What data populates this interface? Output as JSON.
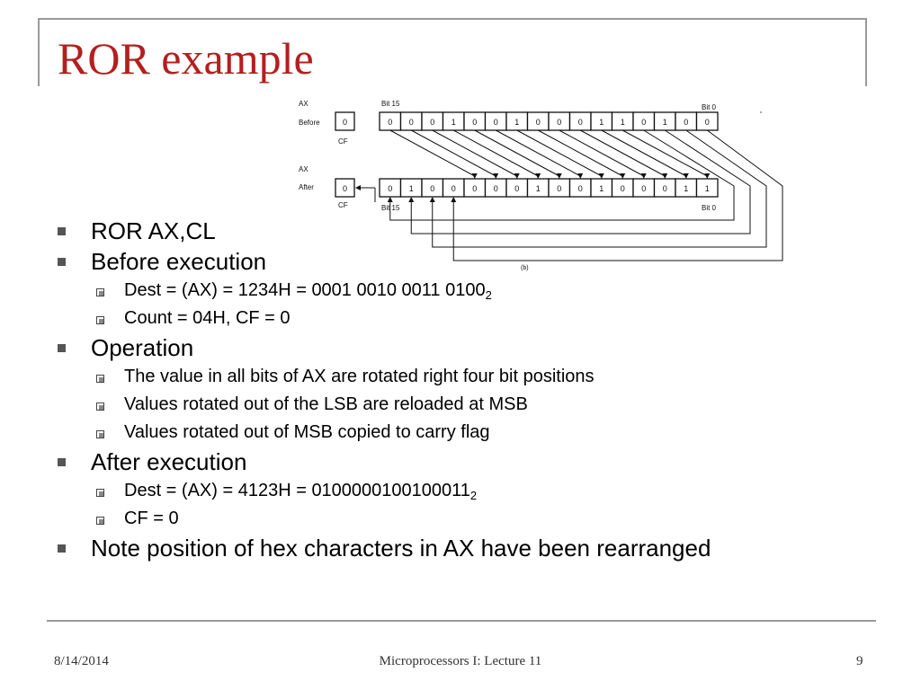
{
  "title": "ROR example",
  "diagram": {
    "ax_label": "AX",
    "before_label": "Before",
    "after_label": "After",
    "cf_label": "CF",
    "bit15_label": "Bit 15",
    "bit0_label": "Bit 0",
    "caption": "(b)",
    "cf_before": "0",
    "cf_after": "0",
    "before_bits": [
      "0",
      "0",
      "0",
      "1",
      "0",
      "0",
      "1",
      "0",
      "0",
      "0",
      "1",
      "1",
      "0",
      "1",
      "0",
      "0"
    ],
    "after_bits": [
      "0",
      "1",
      "0",
      "0",
      "0",
      "0",
      "0",
      "1",
      "0",
      "0",
      "1",
      "0",
      "0",
      "0",
      "1",
      "1"
    ]
  },
  "bullets": [
    {
      "text": "ROR AX,CL"
    },
    {
      "text": "Before execution",
      "children": [
        {
          "text": "Dest  = (AX) = 1234H = 0001 0010 0011 0100",
          "sub": "2"
        },
        {
          "text": "Count = 04H,  CF = 0"
        }
      ]
    },
    {
      "text": "Operation",
      "children": [
        {
          "text": "The value in all bits of AX are rotated right four bit positions"
        },
        {
          "text": "Values rotated out of the LSB are reloaded at MSB"
        },
        {
          "text": "Values rotated out of MSB copied to carry flag"
        }
      ]
    },
    {
      "text": "After execution",
      "children": [
        {
          "text": "Dest  = (AX) = 4123H   = 0100000100100011",
          "sub": "2"
        },
        {
          "text": "CF = 0"
        }
      ]
    },
    {
      "text": "Note position of hex characters in AX have been rearranged"
    }
  ],
  "footer": {
    "date": "8/14/2014",
    "course": "Microprocessors I:   Lecture 11",
    "page": "9"
  }
}
